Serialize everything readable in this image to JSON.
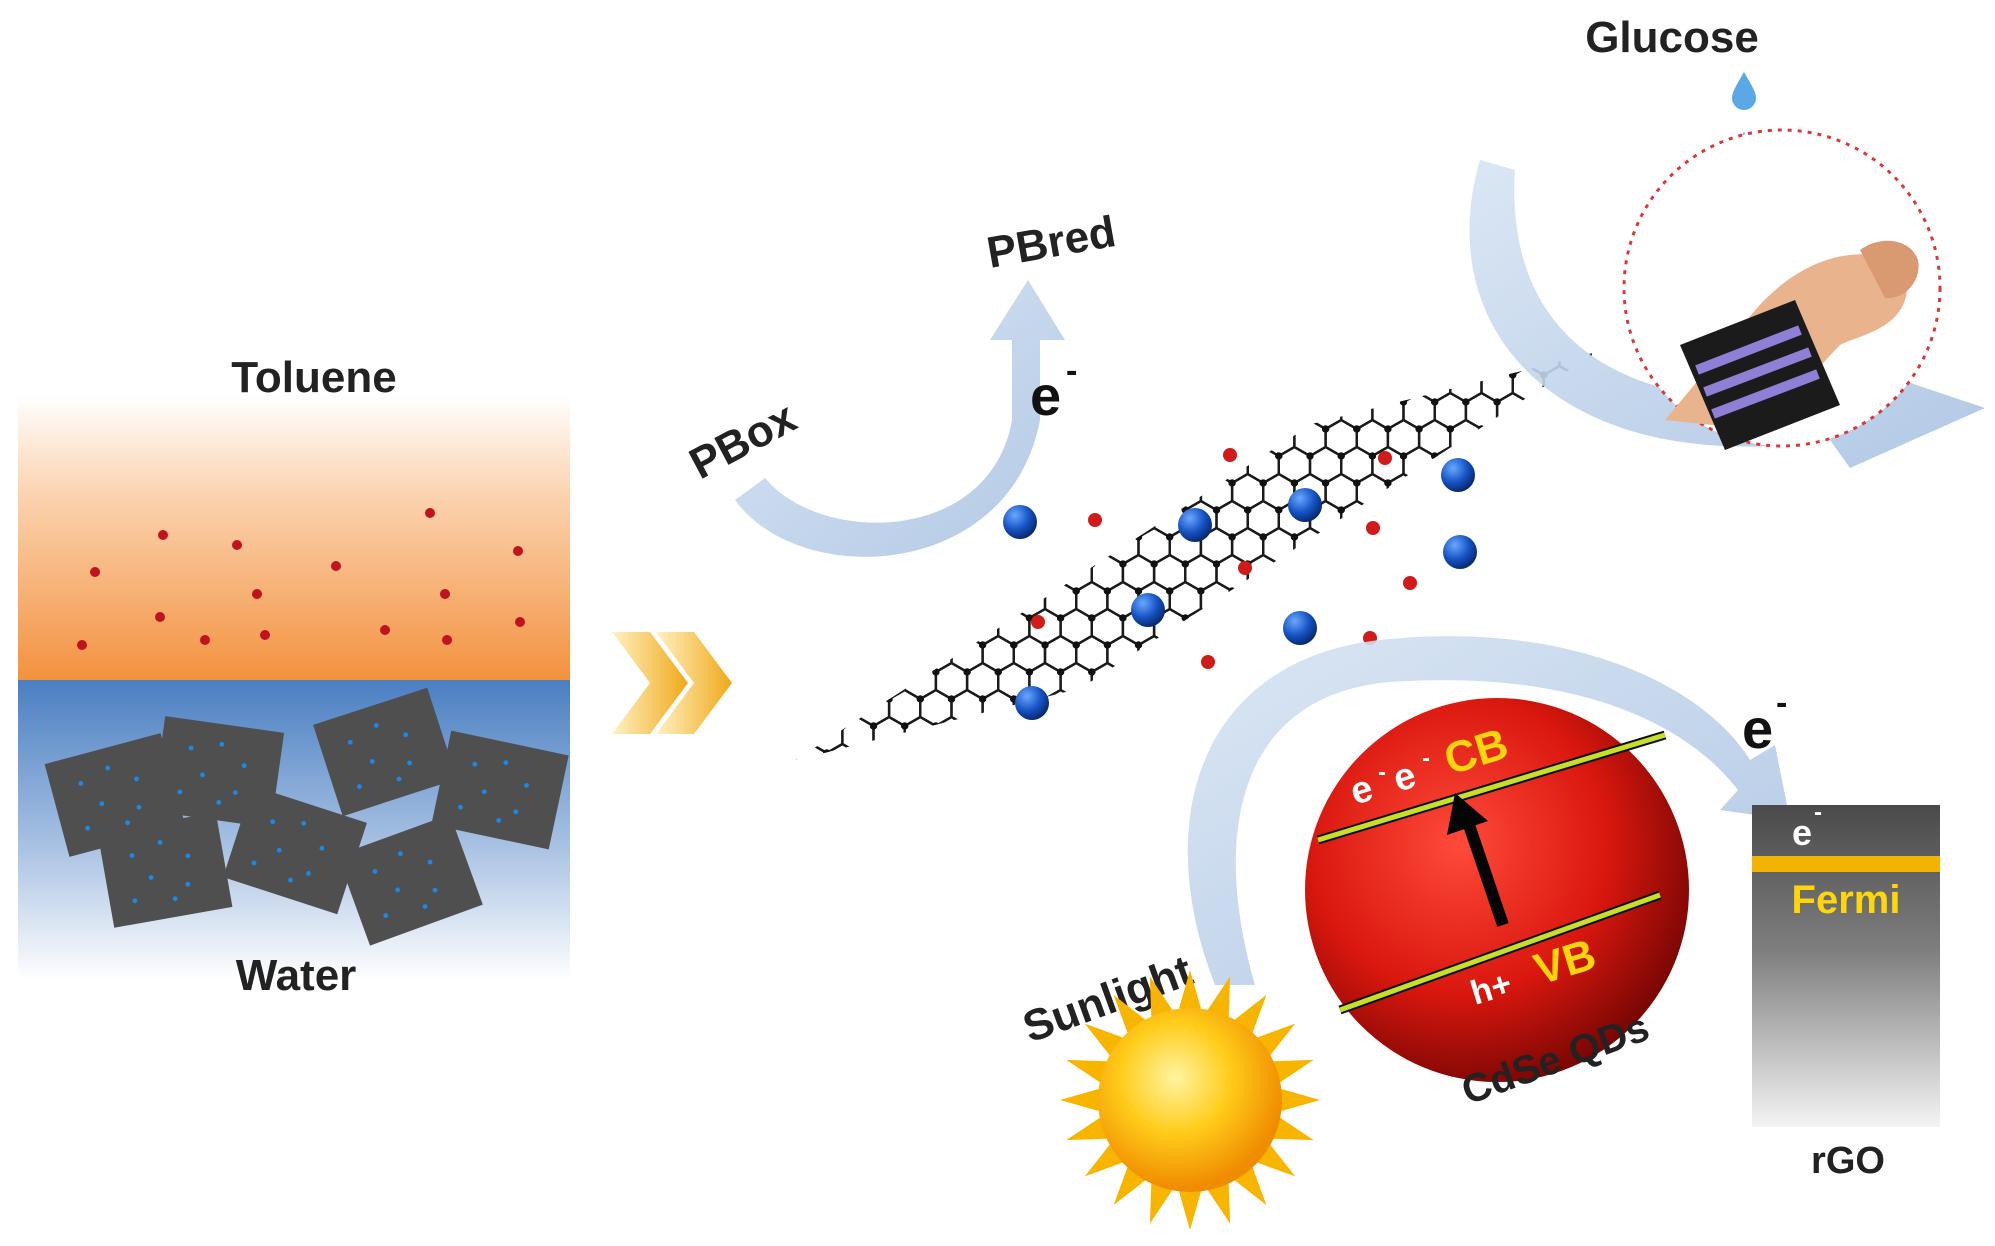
{
  "labels": {
    "toluene": "Toluene",
    "water": "Water",
    "pbox": "PBox",
    "pbred": "PBred",
    "electron_top": "e",
    "electron_top_sup": "-",
    "glucose": "Glucose",
    "sunlight": "Sunlight",
    "cdse": "CdSe QDs",
    "cb": "CB",
    "vb": "VB",
    "hole": "h+",
    "qd_e1": "e",
    "qd_e2": "e",
    "qd_e_sup": "-",
    "electron_right": "e",
    "electron_right_sup": "-",
    "fermi": "Fermi",
    "rgo_e": "e",
    "rgo_e_sup": "-",
    "rgo": "rGO"
  },
  "colors": {
    "toluene_top": "#fde7d6",
    "toluene_bottom": "#f39a4a",
    "water_top": "#4f86c6",
    "water_bottom": "#ffffff",
    "red_dot": "#c1121f",
    "blue_dot": "#1565c0",
    "sheet": "#4a4a4a",
    "lattice": "#1a1a1a",
    "arrow": "#b9cde7",
    "chevron": "#f0b429",
    "qd_red": "#d51a12",
    "band_line": "#c6e02a",
    "label_yellow": "#ffd60a",
    "fermi_band": "#f2b400",
    "sun": "#f7b500"
  }
}
